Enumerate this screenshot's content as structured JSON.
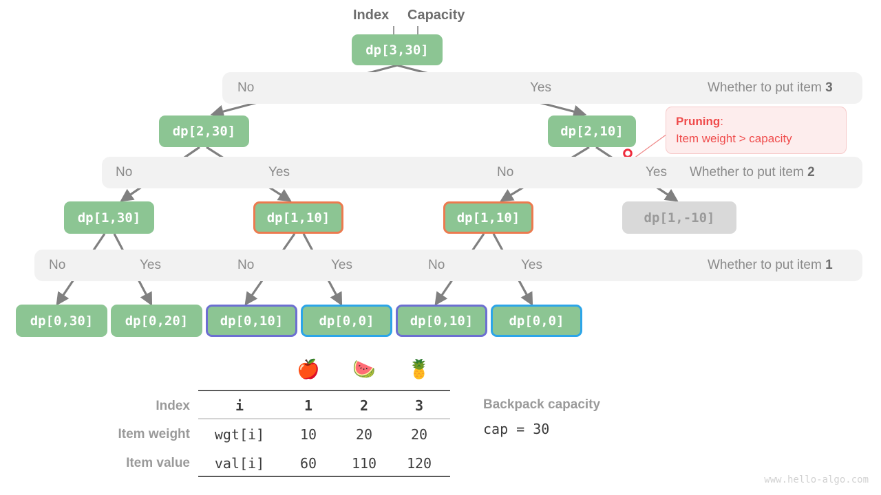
{
  "header": {
    "index_label": "Index",
    "capacity_label": "Capacity"
  },
  "tree": {
    "root": {
      "label": "dp[3,30]"
    },
    "level2": [
      {
        "label": "dp[2,30]"
      },
      {
        "label": "dp[2,10]"
      }
    ],
    "level3": [
      {
        "label": "dp[1,30]",
        "style": "plain"
      },
      {
        "label": "dp[1,10]",
        "style": "orange"
      },
      {
        "label": "dp[1,10]",
        "style": "orange"
      },
      {
        "label": "dp[1,-10]",
        "style": "muted"
      }
    ],
    "leaves": [
      {
        "label": "dp[0,30]",
        "style": "plain"
      },
      {
        "label": "dp[0,20]",
        "style": "plain"
      },
      {
        "label": "dp[0,10]",
        "style": "purple"
      },
      {
        "label": "dp[0,0]",
        "style": "blue"
      },
      {
        "label": "dp[0,10]",
        "style": "purple"
      },
      {
        "label": "dp[0,0]",
        "style": "blue"
      }
    ]
  },
  "bands": [
    {
      "right_text_prefix": "Whether to put item ",
      "right_text_item": "3",
      "choices": [
        "No",
        "Yes"
      ]
    },
    {
      "right_text_prefix": "Whether to put item ",
      "right_text_item": "2",
      "choices": [
        "No",
        "Yes",
        "No",
        "Yes"
      ]
    },
    {
      "right_text_prefix": "Whether to put item ",
      "right_text_item": "1",
      "choices": [
        "No",
        "Yes",
        "No",
        "Yes",
        "No",
        "Yes"
      ]
    }
  ],
  "pruning": {
    "title": "Pruning",
    "colon": ":",
    "reason": "Item weight > capacity",
    "icon": "scissors-icon",
    "color": "#ef4b4b"
  },
  "table": {
    "fruits": [
      "🍎",
      "🍉",
      "🍍"
    ],
    "rows": [
      {
        "label": "Index",
        "key": "i",
        "values": [
          "1",
          "2",
          "3"
        ],
        "bold": true
      },
      {
        "label": "Item weight",
        "key": "wgt[i]",
        "values": [
          "10",
          "20",
          "20"
        ],
        "bold": false
      },
      {
        "label": "Item value",
        "key": "val[i]",
        "values": [
          "60",
          "110",
          "120"
        ],
        "bold": false
      }
    ]
  },
  "capacity": {
    "title": "Backpack capacity",
    "value": "cap = 30"
  },
  "watermark": "www.hello-algo.com",
  "colors": {
    "node_green": "#8cc593",
    "orange_border": "#ec7a4f",
    "purple_border": "#6c6fd1",
    "blue_border": "#2ca5e8",
    "muted_gray": "#d9d9d9",
    "band_bg": "#f2f2f2",
    "edge_gray": "#808080",
    "prune_red": "#ef4b4b"
  }
}
